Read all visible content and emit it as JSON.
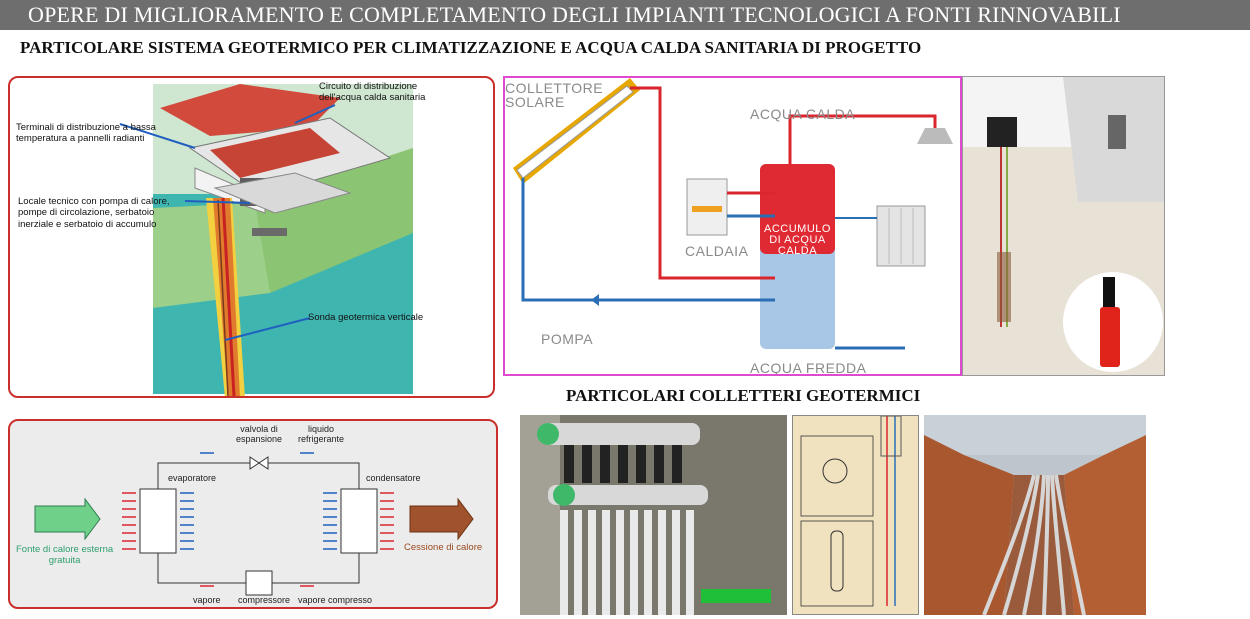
{
  "banner": {
    "title": "OPERE DI MIGLIORAMENTO E COMPLETAMENTO DEGLI IMPIANTI TECNOLOGICI A FONTI RINNOVABILI"
  },
  "headings": {
    "geothermal": "PARTICOLARE SISTEMA GEOTERMICO PER CLIMATIZZAZIONE E ACQUA CALDA SANITARIA DI PROGETTO",
    "collectors": "PARTICOLARI COLLETTERI GEOTERMICI"
  },
  "geo_panel": {
    "circuit_label": "Circuito di distribuzione\ndell'acqua calda sanitaria",
    "terminals_label": "Terminali di distribuzione a bassa\ntemperatura a pannelli radianti",
    "tech_room_label": "Locale tecnico con pompa di calore,\npompe di circolazione, serbatoio\ninerziale e serbatoio di accumulo",
    "probe_label": "Sonda geotermica verticale"
  },
  "solar_panel": {
    "collector": "COLLETTORE\nSOLARE",
    "hot_water": "ACQUA CALDA",
    "boiler": "CALDAIA",
    "tank": "ACCUMULO\nDI ACQUA\nCALDA",
    "pump": "POMPA",
    "cold_water": "ACQUA FREDDA"
  },
  "cycle_panel": {
    "valve": "valvola di\nespansione",
    "refrigerant": "liquido\nrefrigerante",
    "evaporator": "evaporatore",
    "condenser": "condensatore",
    "source": "Fonte di calore esterna\ngratuita",
    "release": "Cessione di calore",
    "vapor": "vapore",
    "compressor": "compressore",
    "compressed_vapor": "vapore compresso"
  },
  "colors": {
    "frame_red": "#c9302c",
    "frame_magenta": "#e04ad0",
    "hot_pipe": "#d9262e",
    "cold_pipe": "#2a6fb5",
    "source_green": "#2e9e6e",
    "release_brown": "#9a4a1f"
  }
}
